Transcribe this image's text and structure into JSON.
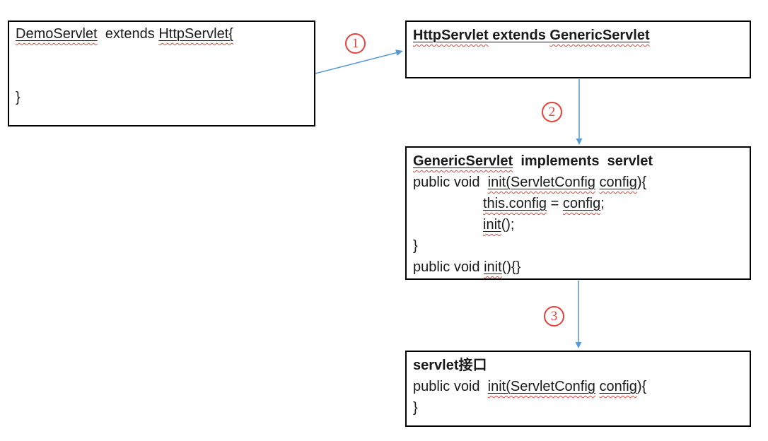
{
  "colors": {
    "box_border": "#000000",
    "text": "#1a1a1a",
    "arrow": "#5b9bd5",
    "number": "#e8413c",
    "wavy": "#e8433a"
  },
  "boxes": [
    {
      "id": "demo-servlet",
      "lines": [
        {
          "segments": [
            {
              "t": "DemoServlet",
              "u": true,
              "w": true
            },
            {
              "t": "  extends "
            },
            {
              "t": "HttpServlet{",
              "u": true,
              "w": true
            }
          ]
        },
        {
          "segments": []
        },
        {
          "segments": []
        },
        {
          "segments": [
            {
              "t": "}"
            }
          ]
        }
      ]
    },
    {
      "id": "http-servlet",
      "lines": [
        {
          "segments": [
            {
              "t": "HttpServlet",
              "b": true,
              "u": true,
              "w": true
            },
            {
              "t": " extends ",
              "b": true,
              "u": true
            },
            {
              "t": "GenericServlet",
              "b": true,
              "u": true,
              "w": true
            }
          ]
        }
      ]
    },
    {
      "id": "generic-servlet",
      "lines": [
        {
          "segments": [
            {
              "t": "GenericServlet",
              "b": true,
              "u": true,
              "w": true
            },
            {
              "t": "  implements  servlet",
              "b": true
            }
          ]
        },
        {
          "segments": [
            {
              "t": "public void  "
            },
            {
              "t": "init(ServletConfig",
              "u": true,
              "w": true
            },
            {
              "t": " "
            },
            {
              "t": "config",
              "u": true,
              "w": true
            },
            {
              "t": "){"
            }
          ]
        },
        {
          "indent": true,
          "segments": [
            {
              "t": "this.config",
              "u": true,
              "w": true
            },
            {
              "t": " = "
            },
            {
              "t": "config",
              "u": true,
              "w": true
            },
            {
              "t": ";"
            }
          ]
        },
        {
          "indent": true,
          "segments": [
            {
              "t": "init",
              "u": true,
              "w": true
            },
            {
              "t": "();"
            }
          ]
        },
        {
          "segments": [
            {
              "t": "}"
            }
          ]
        },
        {
          "segments": [
            {
              "t": "public void "
            },
            {
              "t": "init",
              "u": true,
              "w": true
            },
            {
              "t": "(){}"
            }
          ]
        }
      ]
    },
    {
      "id": "servlet-interface",
      "lines": [
        {
          "segments": [
            {
              "t": "servlet",
              "b": true
            },
            {
              "t": "接口",
              "b": true
            }
          ]
        },
        {
          "segments": [
            {
              "t": "public void  "
            },
            {
              "t": "init(ServletConfig",
              "u": true,
              "w": true
            },
            {
              "t": " "
            },
            {
              "t": "config",
              "u": true,
              "w": true
            },
            {
              "t": "){"
            }
          ]
        },
        {
          "segments": [
            {
              "t": "}"
            }
          ]
        }
      ]
    }
  ],
  "arrows": [
    {
      "label": "1",
      "from": "DemoServlet",
      "to": "HttpServlet"
    },
    {
      "label": "2",
      "from": "HttpServlet",
      "to": "GenericServlet"
    },
    {
      "label": "3",
      "from": "GenericServlet",
      "to": "servlet接口"
    }
  ]
}
